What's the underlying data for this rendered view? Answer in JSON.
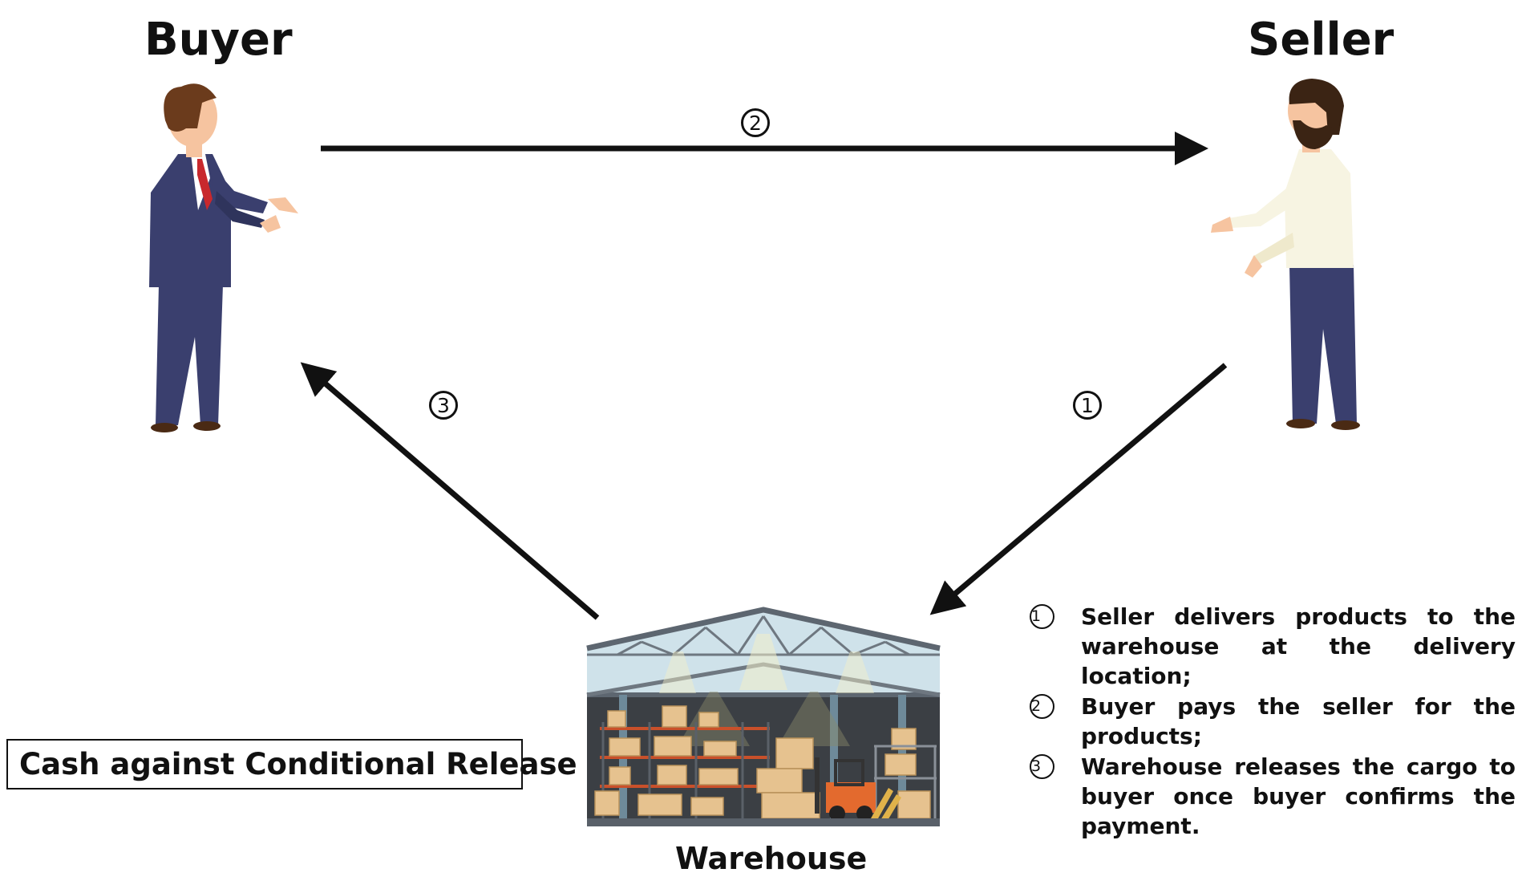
{
  "buyer": {
    "title": "Buyer"
  },
  "seller": {
    "title": "Seller"
  },
  "warehouse": {
    "label": "Warehouse"
  },
  "arrows": {
    "seller_to_warehouse": {
      "marker": "1"
    },
    "buyer_to_seller": {
      "marker": "2"
    },
    "warehouse_to_buyer": {
      "marker": "3"
    }
  },
  "caption": "Cash against Conditional Release",
  "legend": [
    {
      "num": "1",
      "text": "Seller delivers products to the warehouse at the delivery location;"
    },
    {
      "num": "2",
      "text": "Buyer pays the seller for the products;"
    },
    {
      "num": "3",
      "text": "Warehouse releases the cargo to buyer once buyer confirms the payment."
    }
  ],
  "colors": {
    "suit": "#3a3f6e",
    "skin": "#f6c4a0",
    "hair": "#6b3b1c",
    "tie": "#c8282d",
    "shirt": "#f7f4e2",
    "arrow": "#111111"
  },
  "icons": [
    "buyer-figure-icon",
    "seller-figure-icon",
    "warehouse-icon"
  ]
}
